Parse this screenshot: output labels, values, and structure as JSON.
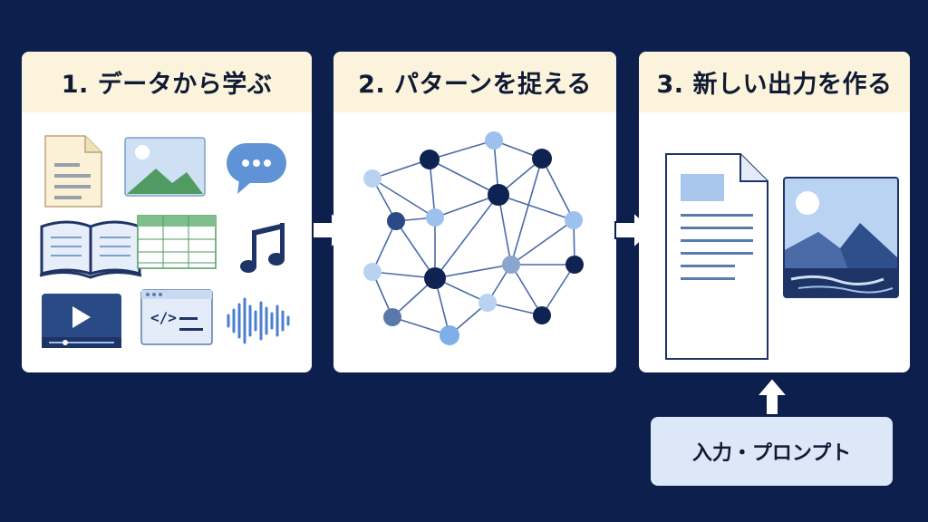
{
  "steps": [
    {
      "title": "1. データから学ぶ"
    },
    {
      "title": "2. パターンを捉える"
    },
    {
      "title": "3. 新しい出力を作る"
    }
  ],
  "input": {
    "label": "入力・プロンプト"
  },
  "icons": {
    "step1": [
      "document-icon",
      "image-icon",
      "chat-bubble-icon",
      "book-icon",
      "spreadsheet-icon",
      "music-note-icon",
      "video-player-icon",
      "code-window-icon",
      "audio-waveform-icon"
    ],
    "step2": [
      "neural-network-icon"
    ],
    "step3": [
      "output-document-icon",
      "output-landscape-image-icon"
    ]
  },
  "colors": {
    "background": "#0c1f4d",
    "panel_header": "#fbf3dc",
    "node_dark": "#0e2352",
    "node_mid": "#3d5e96",
    "node_light": "#9ec0ec",
    "prompt_box": "#dce8f7"
  }
}
